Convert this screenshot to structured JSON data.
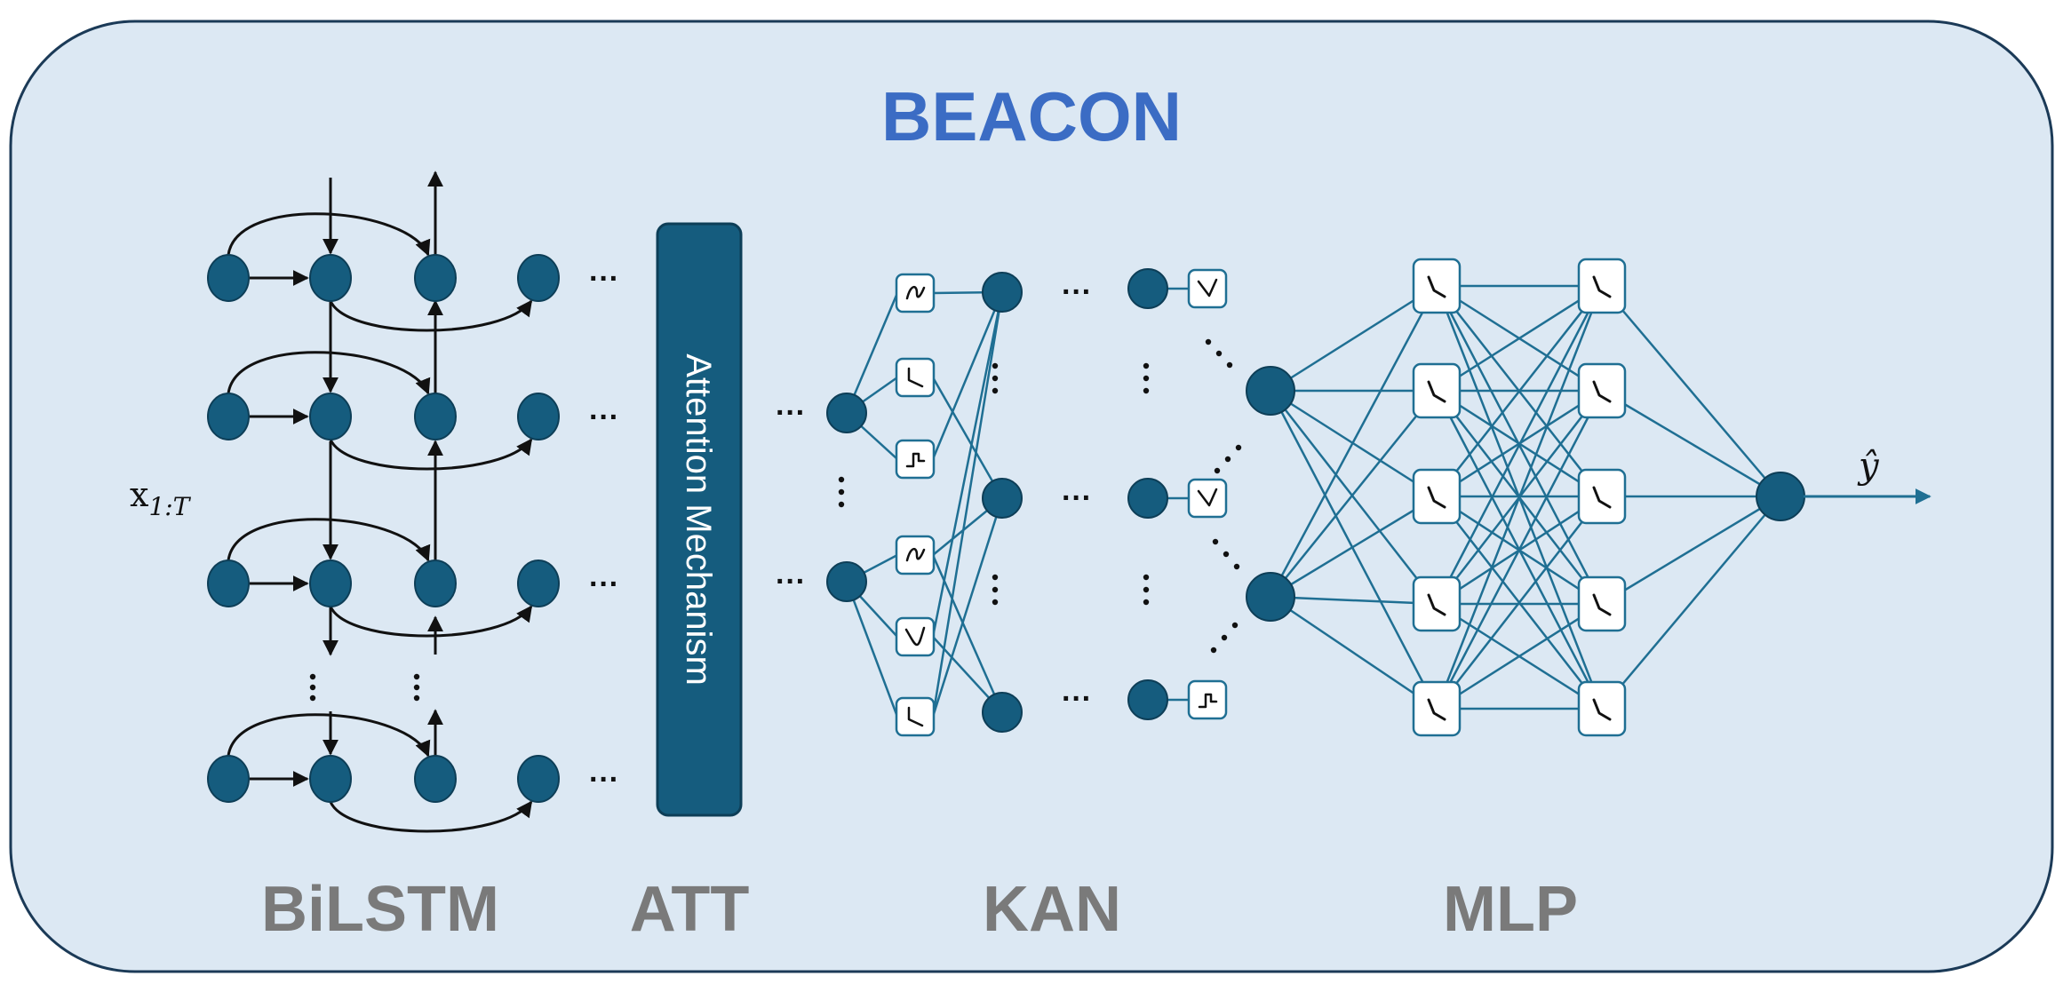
{
  "title": "BEACON",
  "input_label": {
    "main": "x",
    "sub": "1:T"
  },
  "output_label": "ŷ",
  "attention_label": "Attention Mechanism",
  "sections": {
    "bilstm": "BiLSTM",
    "att": "ATT",
    "kan": "KAN",
    "mlp": "MLP"
  },
  "ellipsis": "···",
  "colors": {
    "panel_fill": "#dce8f3",
    "panel_stroke": "#1b3a57",
    "node": "#155c7e",
    "node_stroke": "#0d3e57",
    "title": "#3b6cc4",
    "section_text": "#7a7a7a",
    "edge_black": "#111111",
    "edge_teal": "#1f6f93"
  },
  "icons": {
    "kan_activation": [
      "wave-s-icon",
      "hinge-icon",
      "step-s-icon",
      "wave-s-icon",
      "v-curve-icon",
      "hinge-icon",
      "v-icon",
      "v-icon",
      "step-s-icon"
    ],
    "mlp_activation": "relu-icon"
  }
}
